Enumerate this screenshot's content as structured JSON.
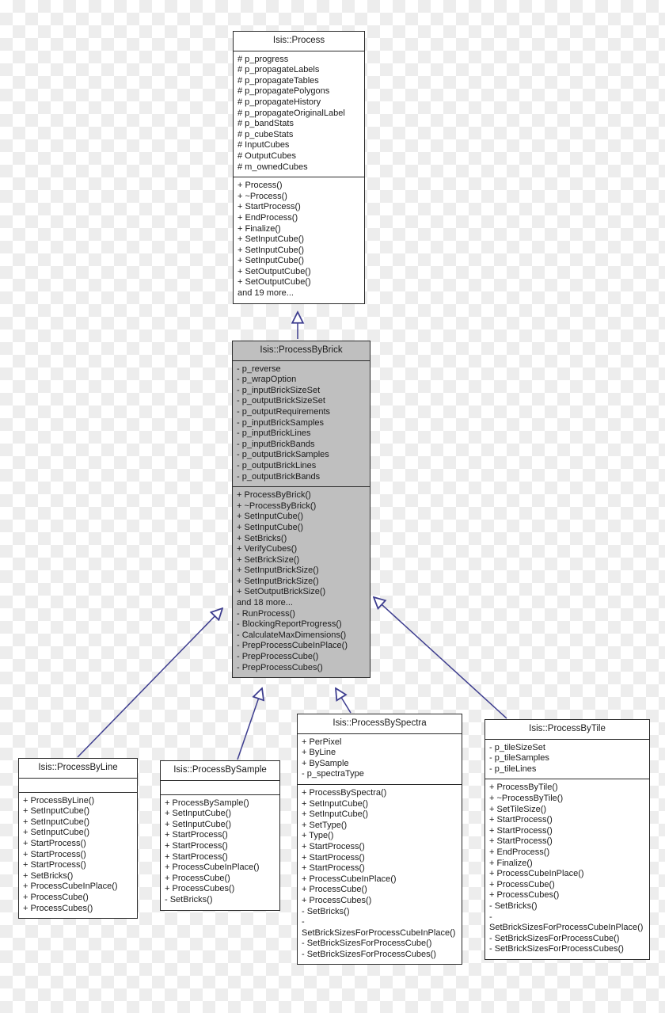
{
  "diagram": {
    "title": "Isis::ProcessByBrick inheritance diagram",
    "colors": {
      "edge": "#3d3d8f",
      "box_border": "#2a2a2a",
      "box_fill": "#ffffff",
      "highlight_fill": "#bfbfbf",
      "text": "#1a1a1a",
      "background": "#ffffff"
    }
  },
  "classes": {
    "process": {
      "name": "Isis::Process",
      "attributes": [
        "# p_progress",
        "# p_propagateLabels",
        "# p_propagateTables",
        "# p_propagatePolygons",
        "# p_propagateHistory",
        "# p_propagateOriginalLabel",
        "# p_bandStats",
        "# p_cubeStats",
        "# InputCubes",
        "# OutputCubes",
        "# m_ownedCubes"
      ],
      "methods": [
        "+ Process()",
        "+ ~Process()",
        "+ StartProcess()",
        "+ EndProcess()",
        "+ Finalize()",
        "+ SetInputCube()",
        "+ SetInputCube()",
        "+ SetInputCube()",
        "+ SetOutputCube()",
        "+ SetOutputCube()",
        "and 19 more..."
      ]
    },
    "process_by_brick": {
      "name": "Isis::ProcessByBrick",
      "attributes": [
        "- p_reverse",
        "- p_wrapOption",
        "- p_inputBrickSizeSet",
        "- p_outputBrickSizeSet",
        "- p_outputRequirements",
        "- p_inputBrickSamples",
        "- p_inputBrickLines",
        "- p_inputBrickBands",
        "- p_outputBrickSamples",
        "- p_outputBrickLines",
        "- p_outputBrickBands"
      ],
      "methods": [
        "+ ProcessByBrick()",
        "+ ~ProcessByBrick()",
        "+ SetInputCube()",
        "+ SetInputCube()",
        "+ SetBricks()",
        "+ VerifyCubes()",
        "+ SetBrickSize()",
        "+ SetInputBrickSize()",
        "+ SetInputBrickSize()",
        "+ SetOutputBrickSize()",
        "and 18 more...",
        "- RunProcess()",
        "- BlockingReportProgress()",
        "- CalculateMaxDimensions()",
        "- PrepProcessCubeInPlace()",
        "- PrepProcessCube()",
        "- PrepProcessCubes()"
      ]
    },
    "process_by_line": {
      "name": "Isis::ProcessByLine",
      "attributes": [],
      "methods": [
        "+ ProcessByLine()",
        "+ SetInputCube()",
        "+ SetInputCube()",
        "+ SetInputCube()",
        "+ StartProcess()",
        "+ StartProcess()",
        "+ StartProcess()",
        "+ SetBricks()",
        "+ ProcessCubeInPlace()",
        "+ ProcessCube()",
        "+ ProcessCubes()"
      ]
    },
    "process_by_sample": {
      "name": "Isis::ProcessBySample",
      "attributes": [],
      "methods": [
        "+ ProcessBySample()",
        "+ SetInputCube()",
        "+ SetInputCube()",
        "+ StartProcess()",
        "+ StartProcess()",
        "+ StartProcess()",
        "+ ProcessCubeInPlace()",
        "+ ProcessCube()",
        "+ ProcessCubes()",
        "- SetBricks()"
      ]
    },
    "process_by_spectra": {
      "name": "Isis::ProcessBySpectra",
      "attributes": [
        "+ PerPixel",
        "+ ByLine",
        "+ BySample",
        "- p_spectraType"
      ],
      "methods": [
        "+ ProcessBySpectra()",
        "+ SetInputCube()",
        "+ SetInputCube()",
        "+ SetType()",
        "+ Type()",
        "+ StartProcess()",
        "+ StartProcess()",
        "+ StartProcess()",
        "+ ProcessCubeInPlace()",
        "+ ProcessCube()",
        "+ ProcessCubes()",
        "- SetBricks()",
        "- SetBrickSizesForProcessCubeInPlace()",
        "- SetBrickSizesForProcessCube()",
        "- SetBrickSizesForProcessCubes()"
      ]
    },
    "process_by_tile": {
      "name": "Isis::ProcessByTile",
      "attributes": [
        "- p_tileSizeSet",
        "- p_tileSamples",
        "- p_tileLines"
      ],
      "methods": [
        "+ ProcessByTile()",
        "+ ~ProcessByTile()",
        "+ SetTileSize()",
        "+ StartProcess()",
        "+ StartProcess()",
        "+ StartProcess()",
        "+ EndProcess()",
        "+ Finalize()",
        "+ ProcessCubeInPlace()",
        "+ ProcessCube()",
        "+ ProcessCubes()",
        "- SetBricks()",
        "- SetBrickSizesForProcessCubeInPlace()",
        "- SetBrickSizesForProcessCube()",
        "- SetBrickSizesForProcessCubes()"
      ]
    }
  },
  "edges": [
    {
      "from": "process_by_brick",
      "to": "process"
    },
    {
      "from": "process_by_line",
      "to": "process_by_brick"
    },
    {
      "from": "process_by_sample",
      "to": "process_by_brick"
    },
    {
      "from": "process_by_spectra",
      "to": "process_by_brick"
    },
    {
      "from": "process_by_tile",
      "to": "process_by_brick"
    }
  ]
}
